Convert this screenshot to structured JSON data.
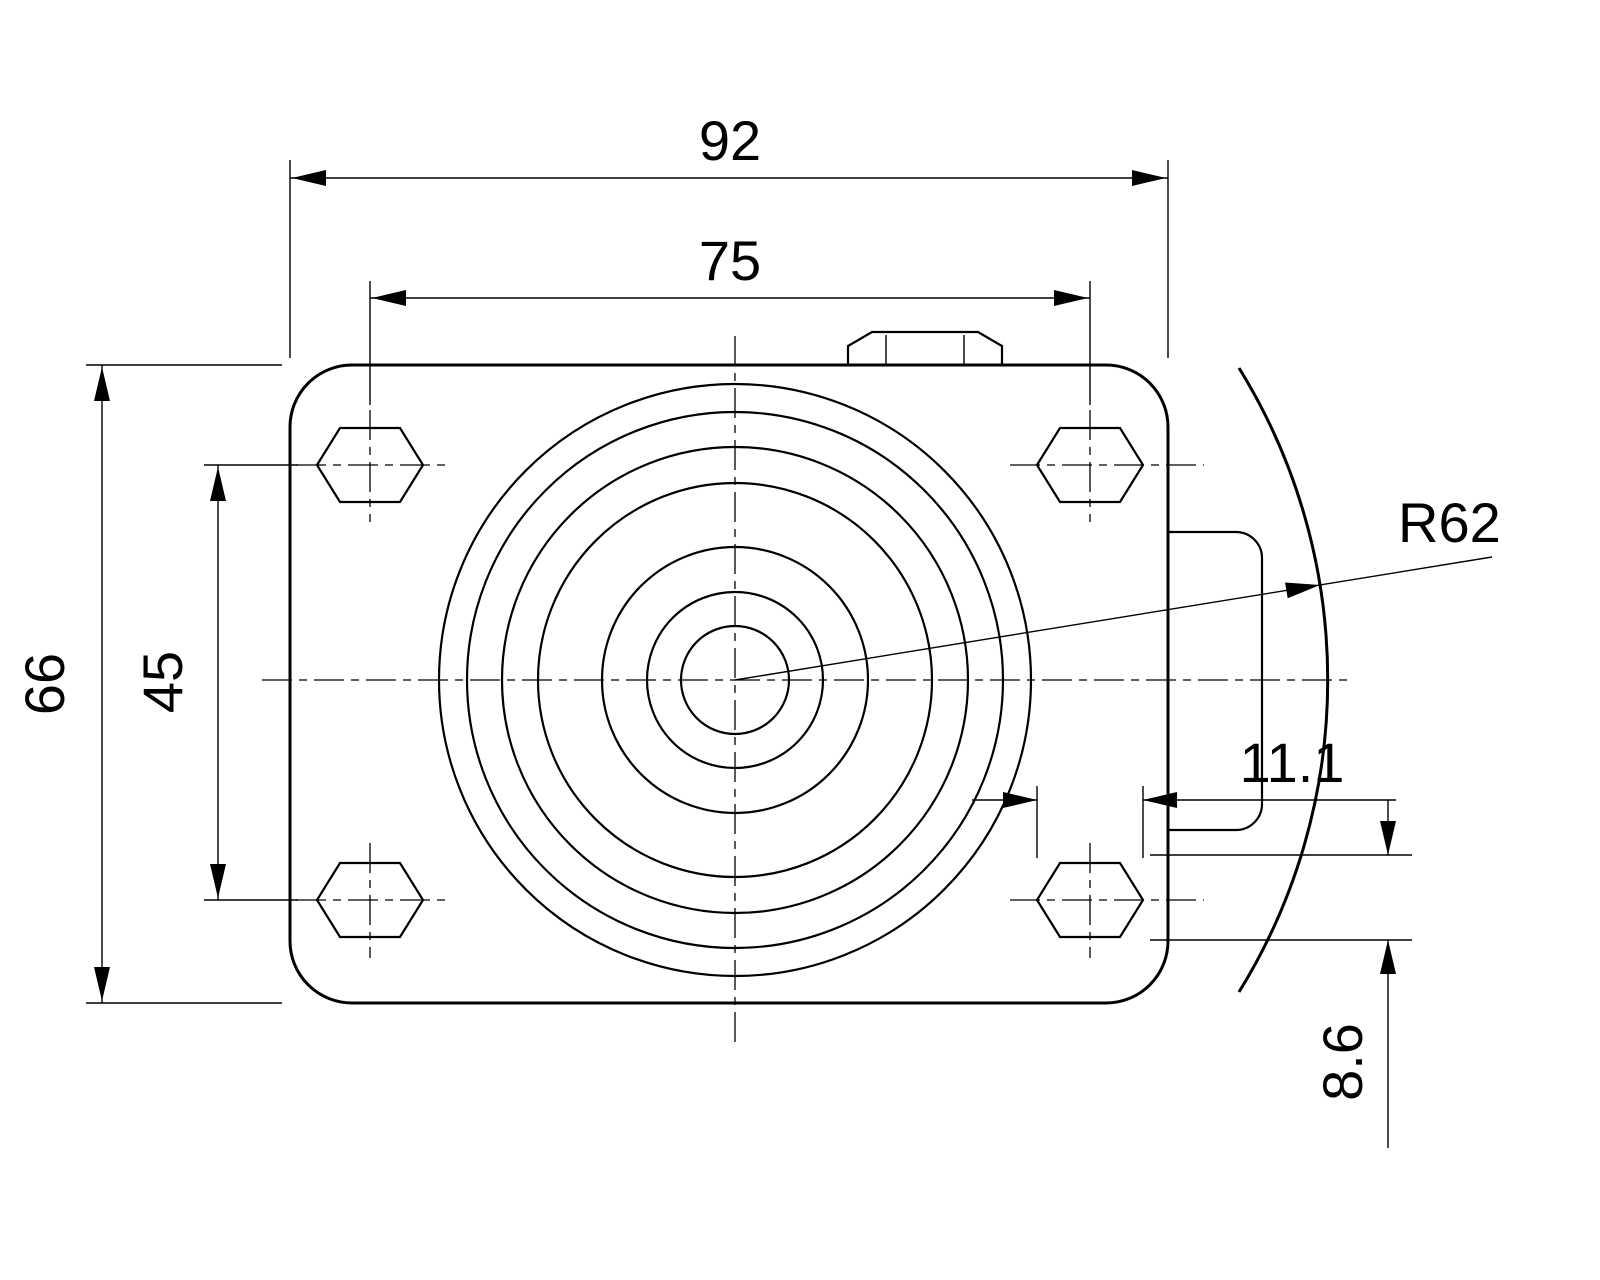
{
  "drawing": {
    "dim_plate_width": "92",
    "dim_bolt_spacing_h": "75",
    "dim_plate_height": "66",
    "dim_bolt_spacing_v": "45",
    "dim_wheel_radius": "R62",
    "dim_slot_width": "11.1",
    "dim_offset": "8.6",
    "colors": {
      "line": "#000000",
      "background": "#ffffff"
    }
  }
}
